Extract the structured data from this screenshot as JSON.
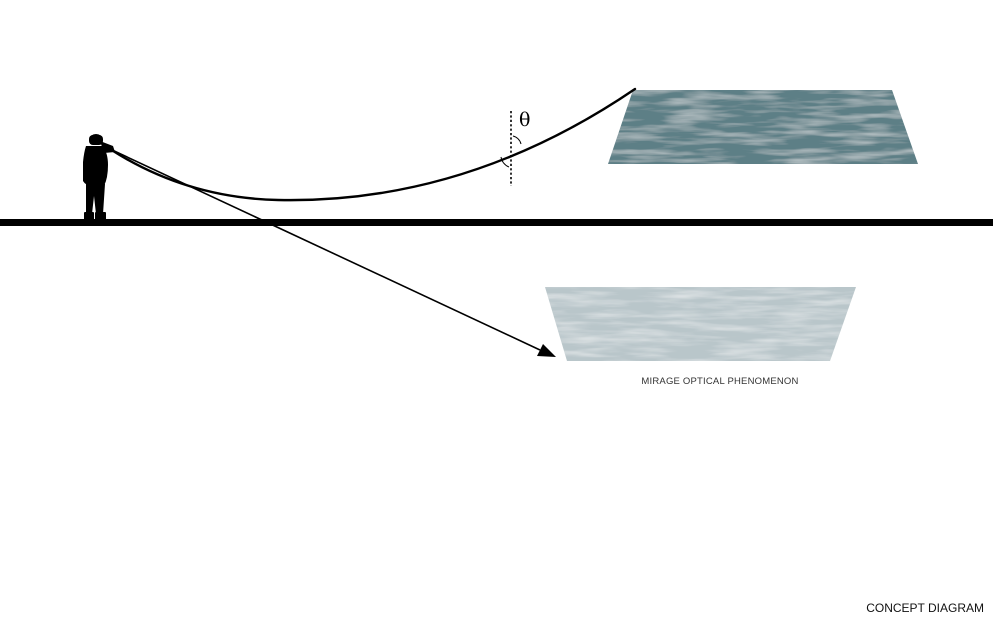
{
  "diagram": {
    "angle_symbol": "θ",
    "caption": "MIRAGE OPTICAL PHENOMENON",
    "footer_title": "CONCEPT DIAGRAM",
    "colors": {
      "ink": "#000000",
      "real_water": "#5d7f86",
      "mirage_water": "#b9c6ca",
      "background": "#ffffff"
    },
    "icons": {
      "observer": "person-silhouette-icon",
      "arrowhead": "arrow-head-icon"
    }
  }
}
